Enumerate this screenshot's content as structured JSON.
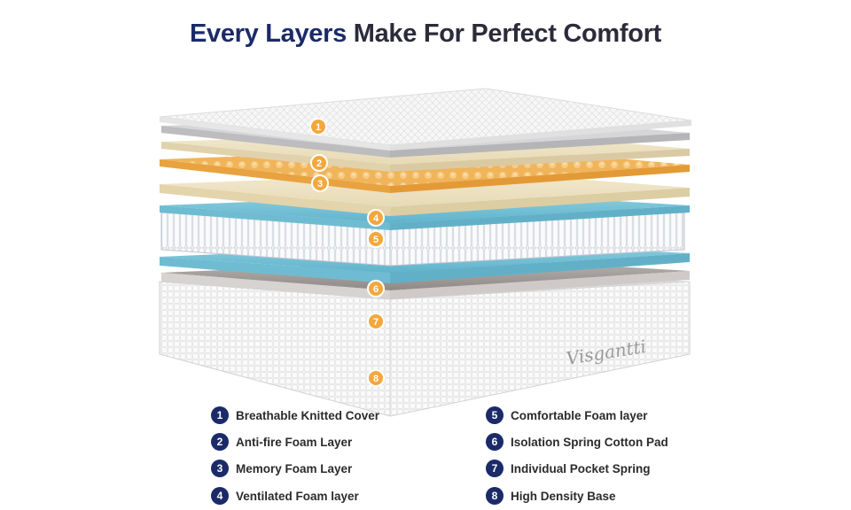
{
  "title": {
    "accent": "Every Layers",
    "rest": "Make For Perfect Comfort"
  },
  "brand": "Visgantti",
  "markers": [
    "1",
    "2",
    "3",
    "4",
    "5",
    "6",
    "7",
    "8"
  ],
  "legend": {
    "left": [
      {
        "num": "1",
        "label": "Breathable Knitted Cover"
      },
      {
        "num": "2",
        "label": "Anti-fire Foam Layer"
      },
      {
        "num": "3",
        "label": "Memory Foam Layer"
      },
      {
        "num": "4",
        "label": "Ventilated Foam layer"
      }
    ],
    "right": [
      {
        "num": "5",
        "label": "Comfortable Foam layer"
      },
      {
        "num": "6",
        "label": "Isolation Spring Cotton Pad"
      },
      {
        "num": "7",
        "label": "Individual Pocket Spring"
      },
      {
        "num": "8",
        "label": "High Density Base"
      }
    ]
  },
  "colors": {
    "accent": "#1b2a68",
    "marker": "#f3a73c"
  }
}
